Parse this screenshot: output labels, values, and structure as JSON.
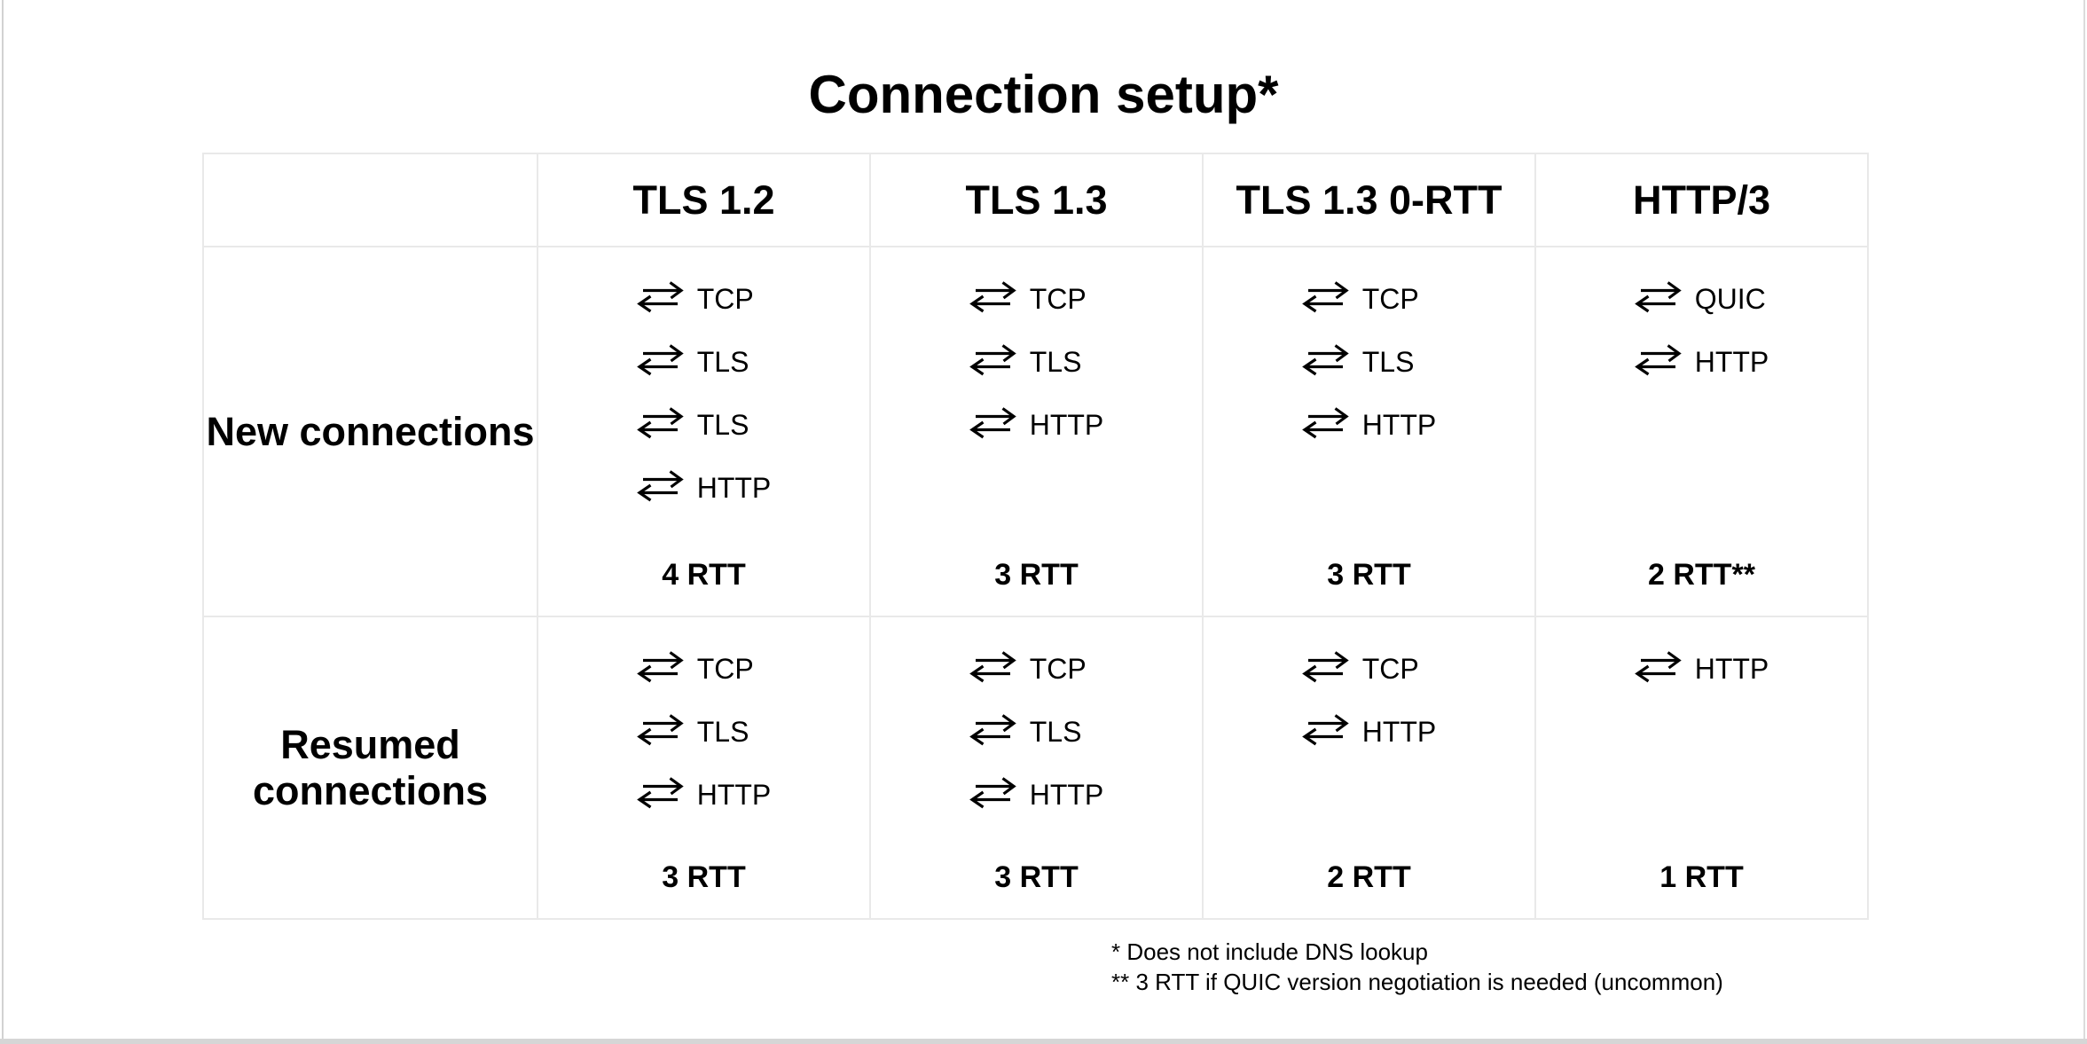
{
  "page": {
    "title": "Connection setup*"
  },
  "table": {
    "columns": [
      "",
      "TLS 1.2",
      "TLS 1.3",
      "TLS 1.3 0-RTT",
      "HTTP/3"
    ],
    "rows": [
      {
        "label": "New connections",
        "cells": [
          {
            "steps": [
              "TCP",
              "TLS",
              "TLS",
              "HTTP"
            ],
            "rtt": "4 RTT"
          },
          {
            "steps": [
              "TCP",
              "TLS",
              "HTTP"
            ],
            "rtt": "3 RTT"
          },
          {
            "steps": [
              "TCP",
              "TLS",
              "HTTP"
            ],
            "rtt": "3 RTT"
          },
          {
            "steps": [
              "QUIC",
              "HTTP"
            ],
            "rtt": "2 RTT**"
          }
        ]
      },
      {
        "label": "Resumed connections",
        "cells": [
          {
            "steps": [
              "TCP",
              "TLS",
              "HTTP"
            ],
            "rtt": "3 RTT"
          },
          {
            "steps": [
              "TCP",
              "TLS",
              "HTTP"
            ],
            "rtt": "3 RTT"
          },
          {
            "steps": [
              "TCP",
              "HTTP"
            ],
            "rtt": "2 RTT"
          },
          {
            "steps": [
              "HTTP"
            ],
            "rtt": "1 RTT"
          }
        ]
      }
    ]
  },
  "footnotes": {
    "line1": "* Does not include DNS lookup",
    "line2": "** 3 RTT if QUIC version negotiation is needed (uncommon)"
  },
  "icons": {
    "round_trip_arrow": "rightwards arrow over leftwards arrow (one round trip)"
  },
  "colors": {
    "text": "#000000",
    "grid": "#e9e9e9",
    "canvas_edge": "#d6d6d6",
    "background": "#ffffff"
  }
}
